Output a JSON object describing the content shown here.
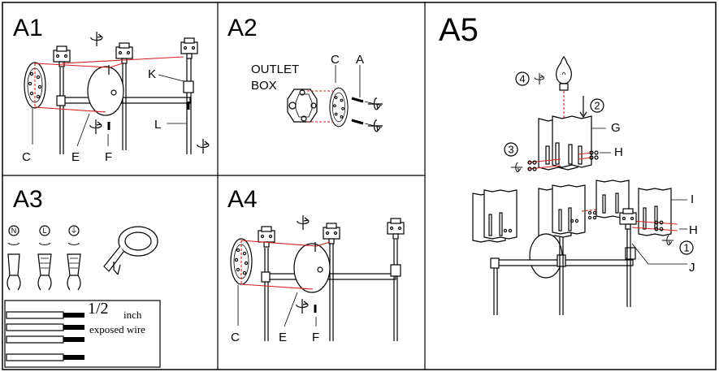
{
  "panels": {
    "a1": {
      "title": "A1",
      "labels": {
        "c": "C",
        "e": "E",
        "f": "F",
        "k": "K",
        "l": "L"
      }
    },
    "a2": {
      "title": "A2",
      "outlet_line1": "OUTLET",
      "outlet_line2": "BOX",
      "labels": {
        "c": "C",
        "a": "A"
      }
    },
    "a3": {
      "title": "A3",
      "wire_symbols": [
        "N",
        "L",
        "⏚"
      ],
      "fraction": "1/2",
      "unit": "inch",
      "caption": "exposed wire"
    },
    "a4": {
      "title": "A4",
      "labels": {
        "c": "C",
        "e": "E",
        "f": "F"
      }
    },
    "a5": {
      "title": "A5",
      "steps": [
        "4",
        "2",
        "3",
        "1"
      ],
      "labels": {
        "g": "G",
        "h1": "H",
        "h2": "H",
        "i": "I",
        "j": "J"
      }
    }
  },
  "colors": {
    "line": "#000000",
    "wire": "#d62020",
    "background": "#ffffff"
  }
}
